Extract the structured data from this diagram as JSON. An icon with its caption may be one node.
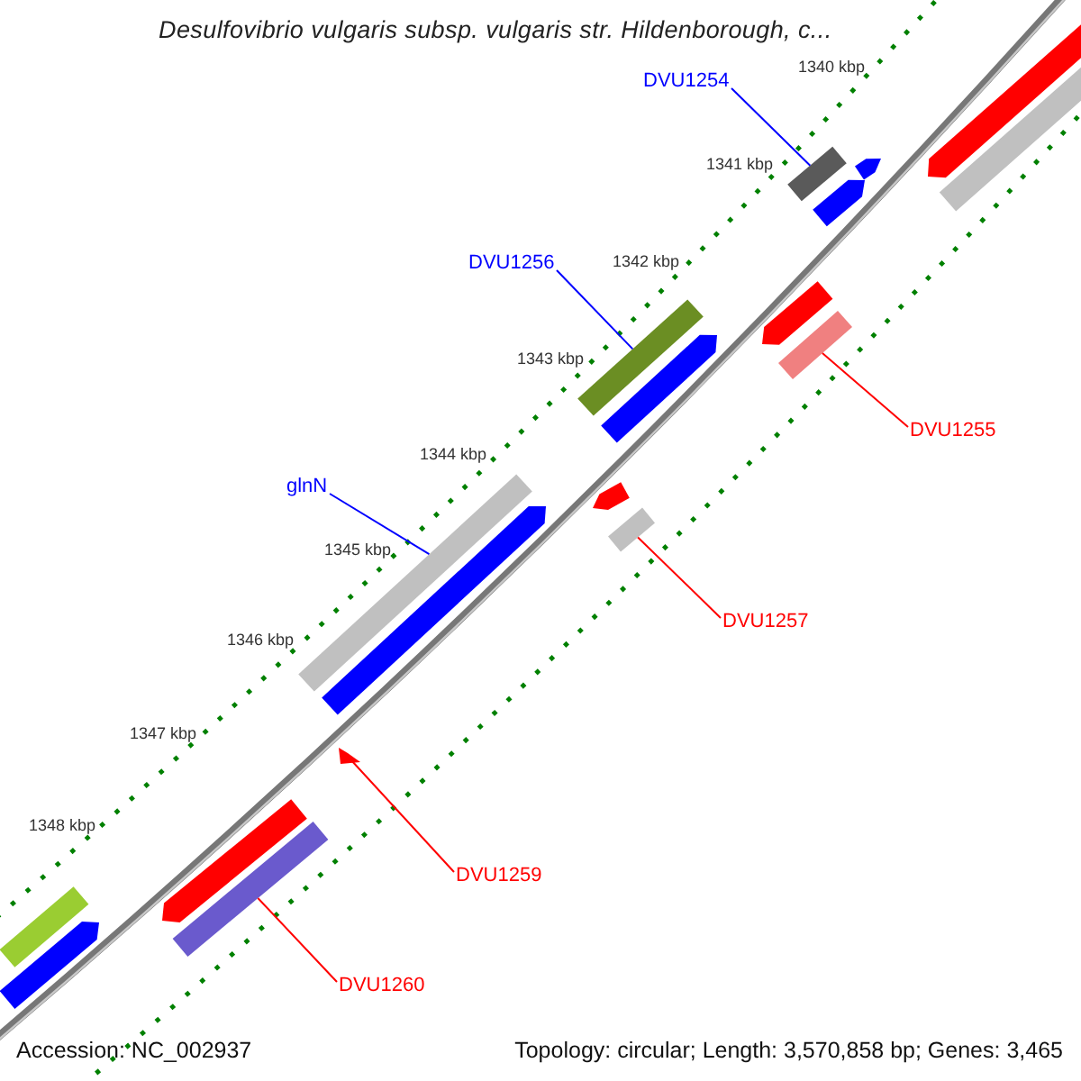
{
  "diagram": {
    "title": "Desulfovibrio vulgaris subsp. vulgaris str. Hildenborough, c...",
    "nodes": [
      {
        "text": [
          "DVU1254"
        ]
      },
      {
        "text": [],
        "shape": "bar"
      },
      {
        "text": [
          "DVU1256"
        ]
      },
      {
        "text": [],
        "shape": "bar"
      },
      {
        "text": [
          "DVU1255"
        ]
      },
      {
        "text": [],
        "shape": "bar"
      },
      {
        "text": [
          "glnN"
        ]
      },
      {
        "text": [],
        "shape": "bar"
      },
      {
        "text": [
          "DVU1257"
        ]
      },
      {
        "text": [],
        "shape": "bar"
      },
      {
        "text": [
          "DVU1259"
        ]
      },
      {
        "text": [],
        "shape": "triangle"
      },
      {
        "text": [
          "DVU1260"
        ]
      },
      {
        "text": [],
        "shape": "bar"
      },
      {
        "text": [],
        "shape": "bar"
      },
      {
        "text": [],
        "shape": "bar"
      },
      {
        "text": [],
        "shape": "bar"
      },
      {
        "text": [],
        "shape": "bar"
      },
      {
        "text": [],
        "shape": "bar"
      },
      {
        "text": [],
        "shape": "bar"
      },
      {
        "text": [],
        "shape": "bar"
      },
      {
        "text": [],
        "shape": "bar"
      },
      {
        "text": [],
        "shape": "bar"
      },
      {
        "text": [],
        "shape": "bar"
      },
      {
        "text": [],
        "shape": "bar"
      }
    ],
    "edges": [
      {
        "from": 0,
        "to": 1,
        "arrow": "none",
        "color": "#0000ff"
      },
      {
        "from": 2,
        "to": 3,
        "arrow": "none",
        "color": "#0000ff"
      },
      {
        "from": 4,
        "to": 5,
        "arrow": "none",
        "color": "#ff0000"
      },
      {
        "from": 6,
        "to": 7,
        "arrow": "none",
        "color": "#0000ff"
      },
      {
        "from": 8,
        "to": 9,
        "arrow": "none",
        "color": "#ff0000"
      },
      {
        "from": 10,
        "to": 11,
        "arrow": "none",
        "color": "#ff0000"
      },
      {
        "from": 12,
        "to": 13,
        "arrow": "none",
        "color": "#ff0000"
      }
    ],
    "labels": [
      "1340 kbp",
      "1341 kbp",
      "1342 kbp",
      "1343 kbp",
      "1344 kbp",
      "1345 kbp",
      "1346 kbp",
      "1347 kbp",
      "1348 kbp",
      "Accession: NC_002937",
      "Topology: circular; Length: 3,570,858 bp; Genes: 3,465"
    ]
  }
}
